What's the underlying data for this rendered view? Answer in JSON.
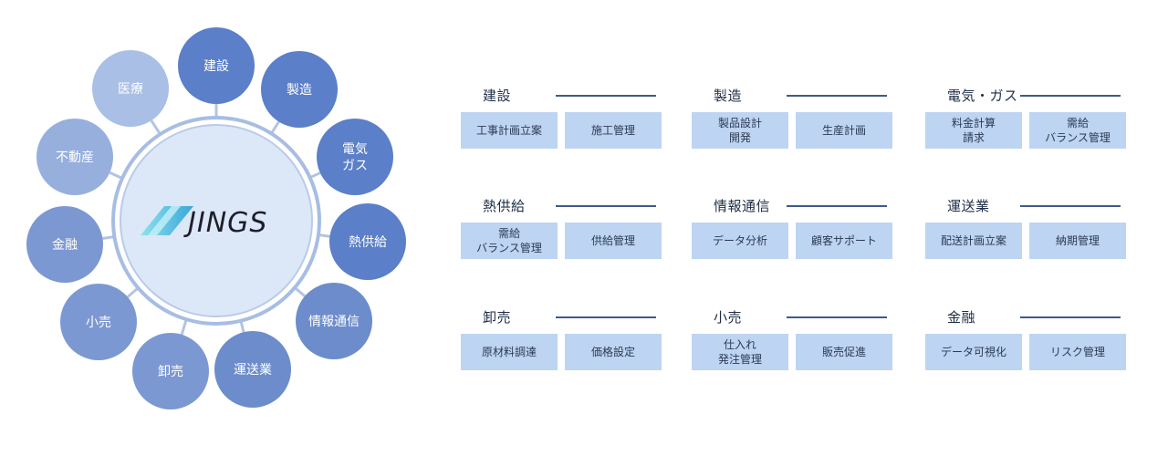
{
  "hub": {
    "logo_text": "JINGS"
  },
  "wheel_nodes": [
    {
      "label": "建設",
      "lines": [
        "建設"
      ],
      "color": "#5b7fc8"
    },
    {
      "label": "製造",
      "lines": [
        "製造"
      ],
      "color": "#5b7fc8"
    },
    {
      "label": "電気ガス",
      "lines": [
        "電気",
        "ガス"
      ],
      "color": "#5b7fc8"
    },
    {
      "label": "熱供給",
      "lines": [
        "熱供給"
      ],
      "color": "#5b7fc8"
    },
    {
      "label": "情報通信",
      "lines": [
        "情報通信"
      ],
      "color": "#6c8ccb"
    },
    {
      "label": "運送業",
      "lines": [
        "運送業"
      ],
      "color": "#6c8ccb"
    },
    {
      "label": "卸売",
      "lines": [
        "卸売"
      ],
      "color": "#7c98d2"
    },
    {
      "label": "小売",
      "lines": [
        "小売"
      ],
      "color": "#7c98d2"
    },
    {
      "label": "金融",
      "lines": [
        "金融"
      ],
      "color": "#7c98d2"
    },
    {
      "label": "不動産",
      "lines": [
        "不動産"
      ],
      "color": "#97afdd"
    },
    {
      "label": "医療",
      "lines": [
        "医療"
      ],
      "color": "#a9bfe6"
    }
  ],
  "sections": [
    {
      "title": "建設",
      "items": [
        "工事計画立案",
        "施工管理"
      ]
    },
    {
      "title": "製造",
      "items": [
        "製品設計\n開発",
        "生産計画"
      ]
    },
    {
      "title": "電気・ガス",
      "items": [
        "料金計算\n請求",
        "需給\nバランス管理"
      ]
    },
    {
      "title": "熱供給",
      "items": [
        "需給\nバランス管理",
        "供給管理"
      ]
    },
    {
      "title": "情報通信",
      "items": [
        "データ分析",
        "顧客サポート"
      ]
    },
    {
      "title": "運送業",
      "items": [
        "配送計画立案",
        "納期管理"
      ]
    },
    {
      "title": "卸売",
      "items": [
        "原材料調達",
        "価格設定"
      ]
    },
    {
      "title": "小売",
      "items": [
        "仕入れ\n発注管理",
        "販売促進"
      ]
    },
    {
      "title": "金融",
      "items": [
        "データ可視化",
        "リスク管理"
      ]
    }
  ],
  "colors": {
    "hub_fill": "#dce8f7",
    "hub_ring": "#a7bde3",
    "connector": "#b4c4e0",
    "box_fill": "#bdd4f3",
    "rule": "#3e5a8a"
  }
}
